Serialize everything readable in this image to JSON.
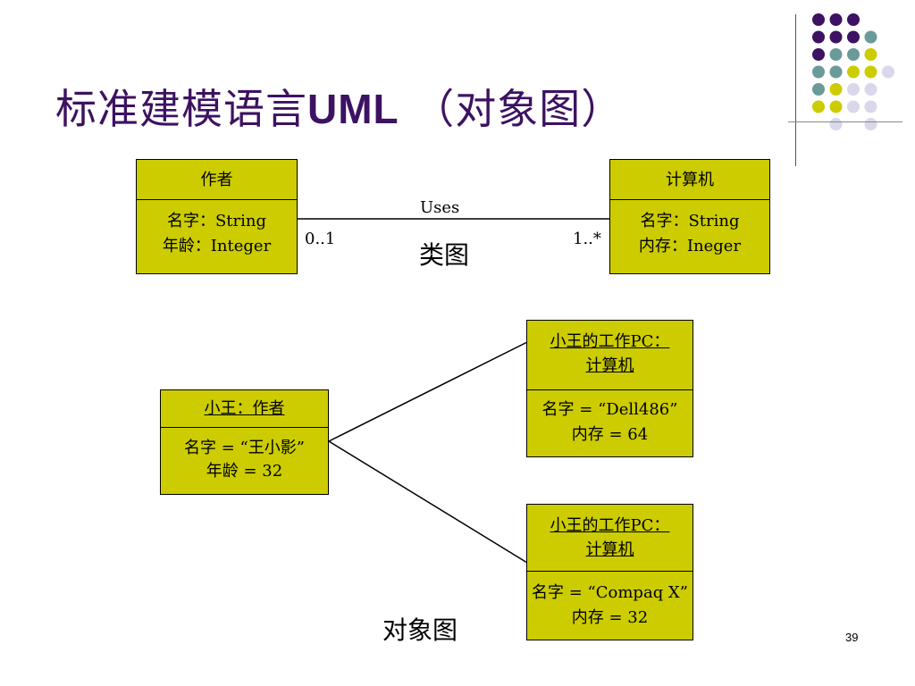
{
  "slide": {
    "title_cn": "标准建模语言",
    "title_latin": "UML",
    "title_suffix": " （对象图）",
    "page_number": "39"
  },
  "class_diagram": {
    "caption": "类图",
    "association_label": "Uses",
    "left_multiplicity": "0..1",
    "right_multiplicity": "1..*",
    "author_class": {
      "name": "作者",
      "attr1": "名字：String",
      "attr2": "年龄：Integer"
    },
    "computer_class": {
      "name": "计算机",
      "attr1": "名字：String",
      "attr2": "内存：Ineger"
    }
  },
  "object_diagram": {
    "caption": "对象图",
    "author_object": {
      "name": "小王：作者",
      "attr1": "名字 = “王小影”",
      "attr2": "年龄 = 32"
    },
    "pc_object_1": {
      "name_line1": "小王的工作PC：",
      "name_line2": "计算机",
      "attr1": "名字 = “Dell486”",
      "attr2": "内存 = 64"
    },
    "pc_object_2": {
      "name_line1": "小王的工作PC：",
      "name_line2": "计算机",
      "attr1": "名字 = “Compaq X”",
      "attr2": "内存 = 32"
    }
  },
  "colors": {
    "box_fill": "#cccc00",
    "title": "#3d1262",
    "dot_purple": "#3d1262",
    "dot_teal": "#6a9a9a",
    "dot_yellow": "#cccc00",
    "dot_lavender": "#d8d8ea"
  }
}
